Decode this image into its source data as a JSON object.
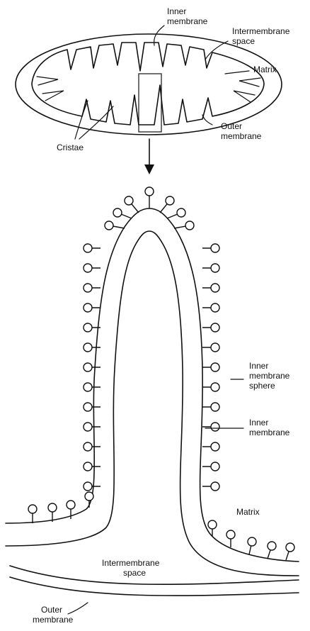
{
  "diagram": {
    "overview_labels": {
      "inner_membrane": [
        "Inner",
        "membrane"
      ],
      "intermembrane_space": [
        "Intermembrane",
        "space"
      ],
      "matrix": "Matrix",
      "outer_membrane": [
        "Outer",
        "membrane"
      ],
      "cristae": "Cristae"
    },
    "detail_labels": {
      "inner_membrane_sphere": [
        "Inner",
        "membrane",
        "sphere"
      ],
      "inner_membrane": [
        "Inner",
        "membrane"
      ],
      "matrix": "Matrix",
      "intermembrane_space": [
        "Intermembrane",
        "space"
      ],
      "outer_membrane": [
        "Outer",
        "membrane"
      ]
    },
    "colors": {
      "ink": "#111111",
      "background": "#ffffff"
    }
  }
}
